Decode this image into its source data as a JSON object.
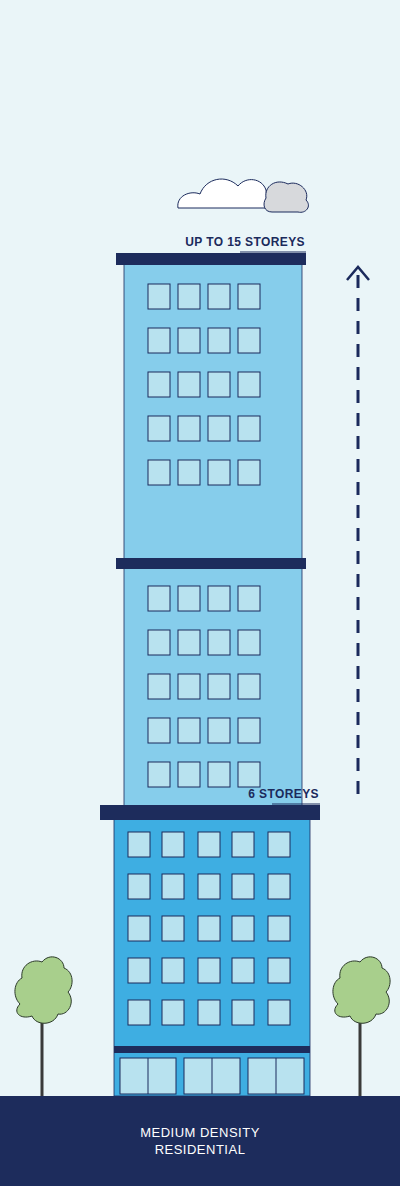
{
  "diagram": {
    "nodes": [
      {
        "text": [
          "MEDIUM DENSITY RESIDENTIAL"
        ]
      }
    ],
    "labels": [
      "UP TO 15 STOREYS",
      "6 STOREYS"
    ]
  }
}
